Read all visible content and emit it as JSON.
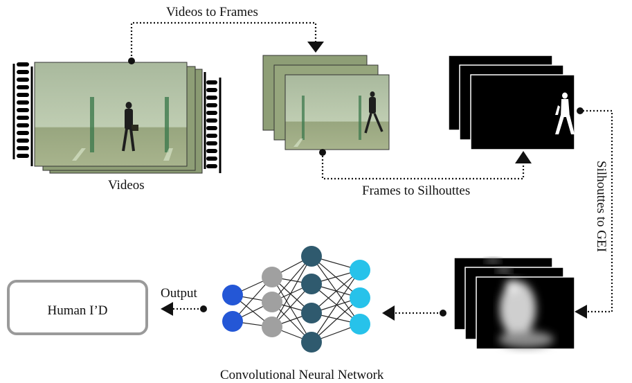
{
  "labels": {
    "videos_to_frames": "Videos to Frames",
    "videos": "Videos",
    "frames_to_silhouttes": "Frames to Silhouttes",
    "silhouttes_to_gei": "Silhouttes to GEI",
    "output": "Output",
    "human_id": "Human I’D",
    "cnn": "Convolutional Neural Network"
  },
  "colors": {
    "video_frame": "#8a9a72",
    "wall": "#b7c6ad",
    "floor": "#9daa83",
    "silhouette_bg": "#000000",
    "input_layer": "#2457d6",
    "hidden_layer_1": "#a0a0a0",
    "hidden_layer_2": "#2f5a6e",
    "output_layer": "#27c2ea",
    "output_box_border": "#9a9a9a"
  },
  "network_layers": [
    {
      "name": "input",
      "neurons": 2
    },
    {
      "name": "hidden-1",
      "neurons": 3
    },
    {
      "name": "hidden-2",
      "neurons": 4
    },
    {
      "name": "output",
      "neurons": 3
    }
  ]
}
